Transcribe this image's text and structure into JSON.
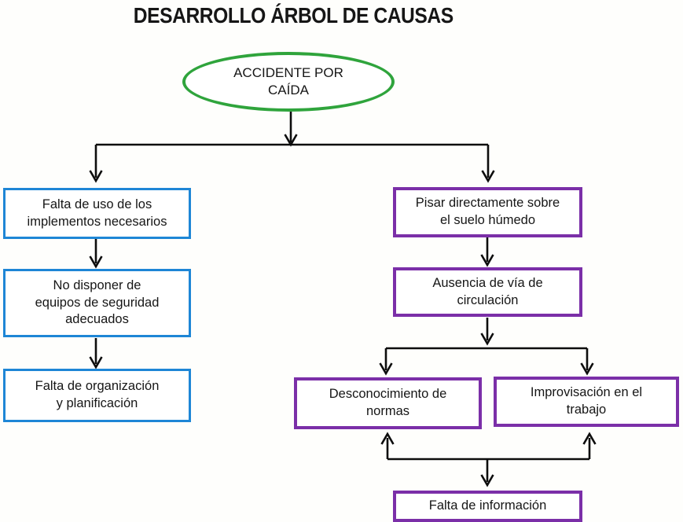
{
  "title": "DESARROLLO ÁRBOL DE CAUSAS",
  "colors": {
    "ellipse_border": "#2fa43c",
    "left_branch_border": "#1e86d6",
    "right_branch_border": "#7b2fa8",
    "connector": "#0d0d0d",
    "text": "#161616",
    "background": "#fefefc"
  },
  "nodes": {
    "root": {
      "label": "ACCIDENTE POR\nCAÍDA"
    },
    "left1": {
      "label": "Falta de uso de los\nimplementos necesarios"
    },
    "left2": {
      "label": "No disponer de\nequipos de seguridad\nadecuados"
    },
    "left3": {
      "label": "Falta de organización\ny planificación"
    },
    "right1": {
      "label": "Pisar directamente sobre\nel suelo húmedo"
    },
    "right2": {
      "label": "Ausencia de vía de\ncirculación"
    },
    "right3": {
      "label": "Desconocimiento de\nnormas"
    },
    "right4": {
      "label": "Improvisación en el\ntrabajo"
    },
    "bottom": {
      "label": "Falta de información"
    }
  }
}
